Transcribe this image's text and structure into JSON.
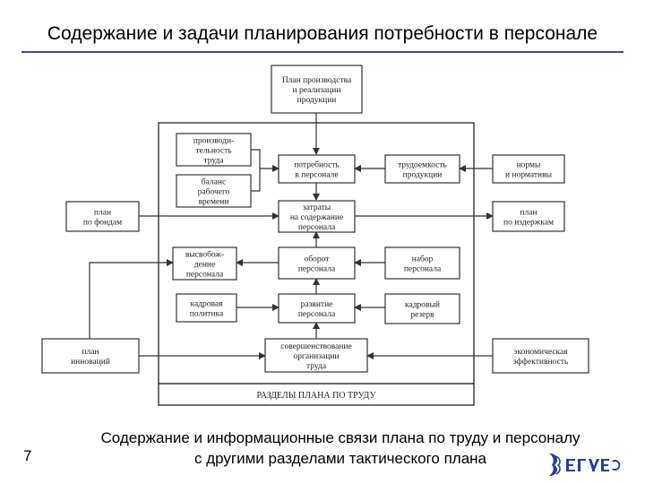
{
  "title": "Содержание и задачи планирования потребности в персонале",
  "caption_line1": "Содержание и информационные связи плана по труду и персоналу",
  "caption_line2": "с другими разделами тактического плана",
  "page_number": "7",
  "logo_text": "ВГУЭС",
  "colors": {
    "rule": "#4a4a86",
    "logo": "#2b3c9a"
  },
  "diagram": {
    "boxes": {
      "plan_production": [
        "План производства",
        "и реализации",
        "продукции"
      ],
      "productivity": [
        "производи-",
        "тельность",
        "труда"
      ],
      "balance": [
        "баланс",
        "рабочего",
        "времени"
      ],
      "need": [
        "потребность",
        "в персонале"
      ],
      "labor_intensity": [
        "трудоемкость",
        "продукции"
      ],
      "norms": [
        "нормы",
        "и нормативы"
      ],
      "plan_funds": [
        "план",
        "по фондам"
      ],
      "costs": [
        "затраты",
        "на содержание",
        "персонала"
      ],
      "plan_costs": [
        "план",
        "по издержкам"
      ],
      "release": [
        "высвобож-",
        "дение",
        "персонала"
      ],
      "turnover": [
        "оборот",
        "персонала"
      ],
      "hiring": [
        "набор",
        "персонала"
      ],
      "hr_policy": [
        "кадровая",
        "политика"
      ],
      "development": [
        "развитие",
        "персонала"
      ],
      "reserve": [
        "кадровый",
        "резерв"
      ],
      "plan_innovations": [
        "план",
        "инноваций"
      ],
      "improvement": [
        "совершенствование",
        "организации",
        "труда"
      ],
      "efficiency": [
        "экономическая",
        "эффективность"
      ],
      "sections": [
        "РАЗДЕЛЫ ПЛАНА ПО ТРУДУ"
      ]
    }
  }
}
